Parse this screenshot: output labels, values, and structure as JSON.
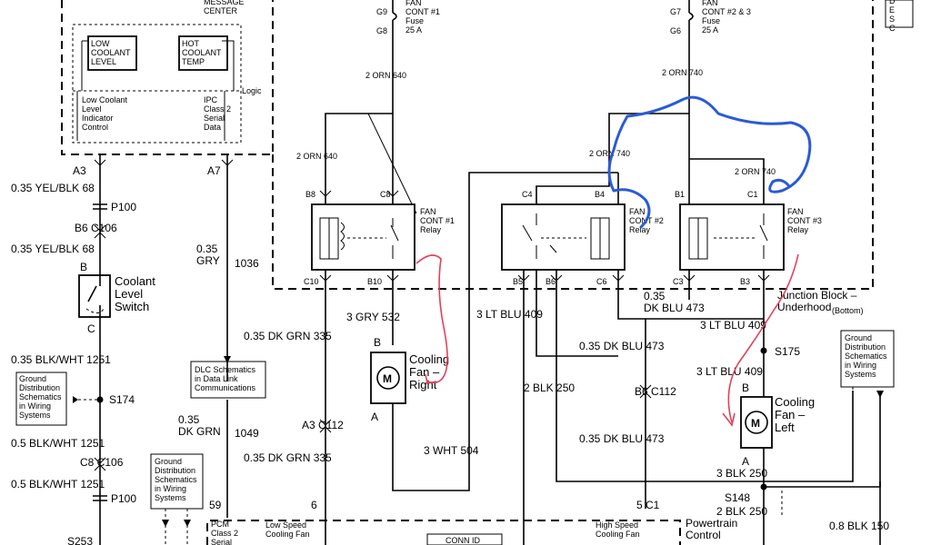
{
  "top": {
    "message_center": "MESSAGE\nCENTER",
    "low_coolant_level": "LOW\nCOOLANT\nLEVEL",
    "hot_coolant_temp": "HOT\nCOOLANT\nTEMP",
    "logic": "Logic",
    "low_coolant_indicator": "Low Coolant\nLevel\nIndicator\nControl",
    "ipc_serial": "IPC\nClass 2\nSerial\nData",
    "fuse1": "FAN\nCONT #1\nFuse\n25 A",
    "fuse2": "FAN\nCONT #2 & 3\nFuse\n25 A",
    "g9": "G9",
    "g8": "G8",
    "g7": "G7",
    "g6": "G6",
    "desc": "D\nE\nS\nC"
  },
  "wires": {
    "orn640_top": "2 ORN   640",
    "orn740_top": "2 ORN   740",
    "orn640_left": "2 ORN   640",
    "orn740_mid": "2 ORN   740",
    "orn740_right": "2 ORN   740",
    "a3": "A3",
    "a7": "A7",
    "yel_blk_1": "0.35 YEL/BLK   68",
    "p100": "P100",
    "b6_c106": "B6   C106",
    "yel_blk_2": "0.35 YEL/BLK   68",
    "b_switch": "B",
    "c_switch": "C",
    "coolant_switch": "Coolant\nLevel\nSwitch",
    "gry": "0.35\nGRY",
    "gry_num": "1036",
    "blk_wht_1": "0.35 BLK/WHT   1251",
    "s174": "S174",
    "ground_schem_1": "Ground\nDistribution\nSchematics\nin Wiring\nSystems",
    "blk_wht_2": "0.5 BLK/WHT   1251",
    "c8_c106": "C8   C106",
    "blk_wht_3": "0.5 BLK/WHT   1251",
    "p100_b": "P100",
    "s253": "S253",
    "dk_grn_335": "0.35 DK GRN   335",
    "dlc": "DLC Schematics\nin Data Link\nCommunications",
    "dk_grn_035": "0.35\nDK GRN",
    "dk_grn_1049": "1049",
    "a3_c112": "A3   C112",
    "dk_grn_335b": "0.35 DK GRN   335",
    "ground_schem_2": "Ground\nDistribution\nSchematics\nin Wiring\nSystems",
    "pin59": "59",
    "pin6": "6",
    "pcm": "PCM\nClass 2\nSerial",
    "low_speed": "Low Speed\nCooling Fan",
    "conn_id": "CONN ID",
    "high_speed": "High Speed\nCooling Fan",
    "powertrain": "Powertrain\nControl",
    "b8": "B8",
    "c8": "C8",
    "c10": "C10",
    "b10": "B10",
    "relay1": "FAN\nCONT #1\nRelay",
    "c4": "C4",
    "b4": "B4",
    "b5": "B5",
    "b6": "B6",
    "c6": "C6",
    "relay2": "FAN\nCONT #2\nRelay",
    "b1": "B1",
    "c1": "C1",
    "c3": "C3",
    "b3": "B3",
    "relay3": "FAN\nCONT #3\nRelay",
    "gry_532": "3 GRY   532",
    "fan_right_b": "B",
    "fan_right_a": "A",
    "fan_right": "Cooling\nFan –\nRight",
    "lt_blu_409a": "3 LT BLU   409",
    "dk_blu_035": "0.35\nDK BLU   473",
    "junction_block": "Junction Block –\nUnderhood",
    "bottom": "(Bottom)",
    "lt_blu_409b": "3 LT BLU   409",
    "dk_blu_473a": "0.35 DK BLU   473",
    "s175": "S175",
    "lt_blu_409c": "3 LT BLU   409",
    "blk_250a": "2 BLK   250",
    "b6_c112": "B6   C112",
    "fan_left_b": "B",
    "fan_left_a": "A",
    "fan_left": "Cooling\nFan –\nLeft",
    "dk_blu_473b": "0.35 DK BLU   473",
    "wht_504": "3 WHT   504",
    "blk_250b": "3 BLK   250",
    "s148": "S148",
    "blk_250c": "2 BLK   250",
    "pin5_c1": "5   C1",
    "blk_150": "0.8 BLK   150",
    "ground_schem_3": "Ground\nDistribution\nSchematics\nin Wiring\nSystems",
    "m": "M"
  }
}
